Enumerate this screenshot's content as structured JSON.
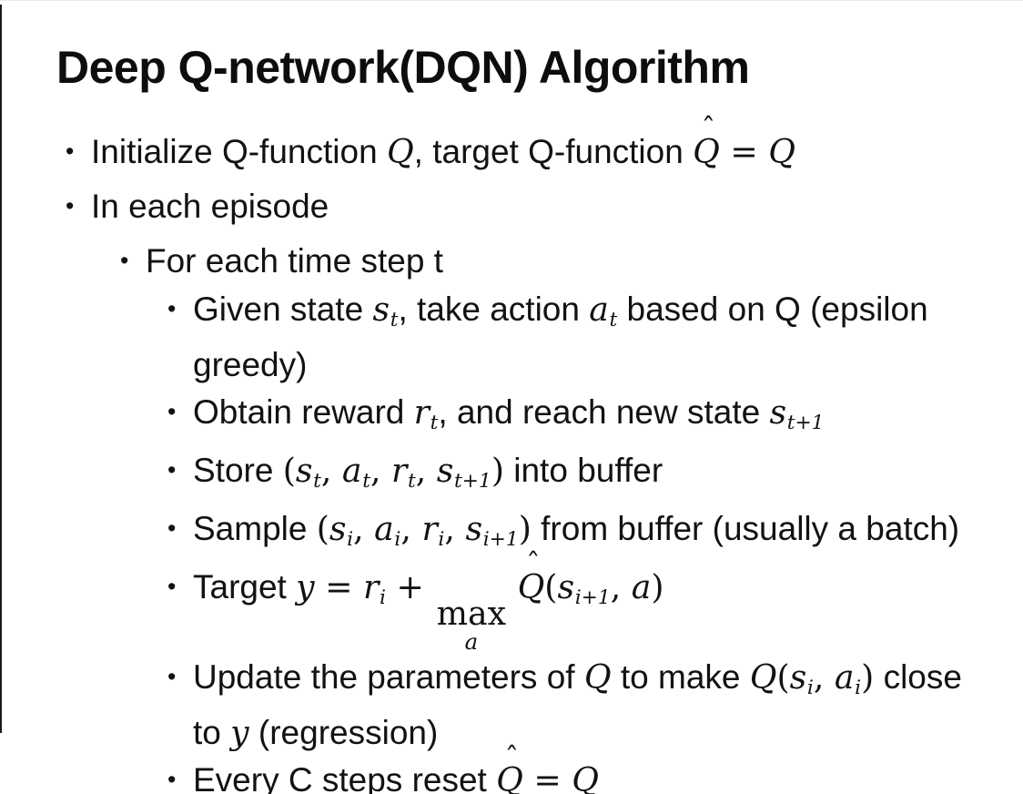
{
  "colors": {
    "background": "#ffffff",
    "text": "#121212",
    "left_border": "#1c1c1c"
  },
  "slide": {
    "title": "Deep Q-network(DQN) Algorithm",
    "bullet_glyph": "•",
    "bullets": [
      {
        "level": 1,
        "segments": [
          {
            "t": "Initialize Q-function "
          },
          {
            "t": "Q",
            "m": true
          },
          {
            "t": ", target Q-function "
          },
          {
            "t": "Q",
            "m": true,
            "hat": true
          },
          {
            "t": " = ",
            "mr": true
          },
          {
            "t": "Q",
            "m": true
          }
        ]
      },
      {
        "level": 1,
        "segments": [
          {
            "t": "In each episode"
          }
        ]
      },
      {
        "level": 2,
        "segments": [
          {
            "t": "For each time step t"
          }
        ]
      },
      {
        "level": 3,
        "segments": [
          {
            "t": "Given state "
          },
          {
            "t": "s",
            "m": true,
            "sub": "t"
          },
          {
            "t": ", take action "
          },
          {
            "t": "a",
            "m": true,
            "sub": "t"
          },
          {
            "t": " based on Q (epsilon"
          },
          {
            "br": true
          },
          {
            "t": "greedy)"
          }
        ]
      },
      {
        "level": 3,
        "segments": [
          {
            "t": "Obtain reward "
          },
          {
            "t": "r",
            "m": true,
            "sub": "t"
          },
          {
            "t": ", and reach new state "
          },
          {
            "t": "s",
            "m": true,
            "sub": "t+1"
          }
        ]
      },
      {
        "level": 3,
        "segments": [
          {
            "t": "Store "
          },
          {
            "t": "(",
            "mr": true
          },
          {
            "t": "s",
            "m": true,
            "sub": "t"
          },
          {
            "t": ", ",
            "mr": true
          },
          {
            "t": "a",
            "m": true,
            "sub": "t"
          },
          {
            "t": ", ",
            "mr": true
          },
          {
            "t": "r",
            "m": true,
            "sub": "t"
          },
          {
            "t": ", ",
            "mr": true
          },
          {
            "t": "s",
            "m": true,
            "sub": "t+1"
          },
          {
            "t": ")",
            "mr": true
          },
          {
            "t": " into buffer"
          }
        ]
      },
      {
        "level": 3,
        "segments": [
          {
            "t": "Sample "
          },
          {
            "t": "(",
            "mr": true
          },
          {
            "t": "s",
            "m": true,
            "sub": "i"
          },
          {
            "t": ", ",
            "mr": true
          },
          {
            "t": "a",
            "m": true,
            "sub": "i"
          },
          {
            "t": ", ",
            "mr": true
          },
          {
            "t": "r",
            "m": true,
            "sub": "i"
          },
          {
            "t": ", ",
            "mr": true
          },
          {
            "t": "s",
            "m": true,
            "sub": "i+1"
          },
          {
            "t": ")",
            "mr": true
          },
          {
            "t": " from buffer (usually a batch)"
          }
        ]
      },
      {
        "level": 3,
        "segments": [
          {
            "t": "Target "
          },
          {
            "t": "y",
            "m": true
          },
          {
            "t": " = ",
            "mr": true
          },
          {
            "t": "r",
            "m": true,
            "sub": "i"
          },
          {
            "t": " + ",
            "mr": true
          },
          {
            "op": "max",
            "under": "a"
          },
          {
            "t": " "
          },
          {
            "t": "Q",
            "m": true,
            "hat": true
          },
          {
            "t": "(",
            "mr": true
          },
          {
            "t": "s",
            "m": true,
            "sub": "i+1"
          },
          {
            "t": ", ",
            "mr": true
          },
          {
            "t": "a",
            "m": true
          },
          {
            "t": ")",
            "mr": true
          }
        ]
      },
      {
        "level": 3,
        "segments": [
          {
            "t": "Update the parameters of "
          },
          {
            "t": "Q",
            "m": true
          },
          {
            "t": " to make "
          },
          {
            "t": "Q",
            "m": true
          },
          {
            "t": "(",
            "mr": true
          },
          {
            "t": "s",
            "m": true,
            "sub": "i"
          },
          {
            "t": ", ",
            "mr": true
          },
          {
            "t": "a",
            "m": true,
            "sub": "i"
          },
          {
            "t": ")",
            "mr": true
          },
          {
            "t": " close"
          },
          {
            "br": true
          },
          {
            "t": "to "
          },
          {
            "t": "y",
            "m": true
          },
          {
            "t": " (regression)"
          }
        ]
      },
      {
        "level": 3,
        "segments": [
          {
            "t": "Every C steps reset "
          },
          {
            "t": "Q",
            "m": true,
            "hat": true
          },
          {
            "t": " = ",
            "mr": true
          },
          {
            "t": "Q",
            "m": true
          }
        ]
      }
    ]
  }
}
